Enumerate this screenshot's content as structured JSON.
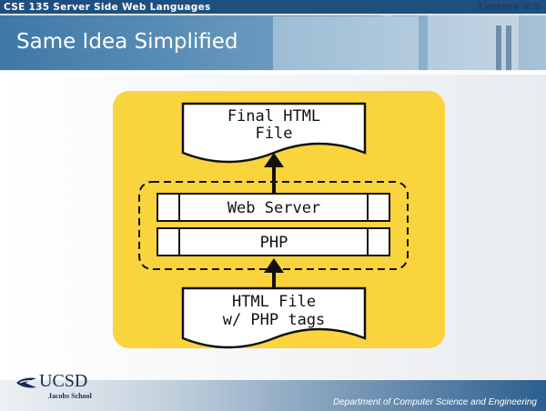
{
  "header": {
    "course": "CSE 135    Server Side Web Languages",
    "lecture": "Lecture # 5"
  },
  "slide": {
    "title": "Same Idea Simplified"
  },
  "diagram": {
    "top_doc": [
      "Final HTML",
      "File"
    ],
    "server_rows": [
      "Web Server",
      "PHP"
    ],
    "bottom_doc": [
      "HTML File",
      "w/ PHP tags"
    ]
  },
  "footer": {
    "department": "Department of Computer Science and Engineering"
  },
  "logo": {
    "name": "UCSD",
    "sub": "Jacobs School"
  },
  "colors": {
    "header_blue": "#2a5d8f",
    "title_band": "#4f7fa6",
    "diagram_yellow": "#f9d43c",
    "content_bg": "#f2f3f5",
    "footer_blue": "#3a6996"
  }
}
